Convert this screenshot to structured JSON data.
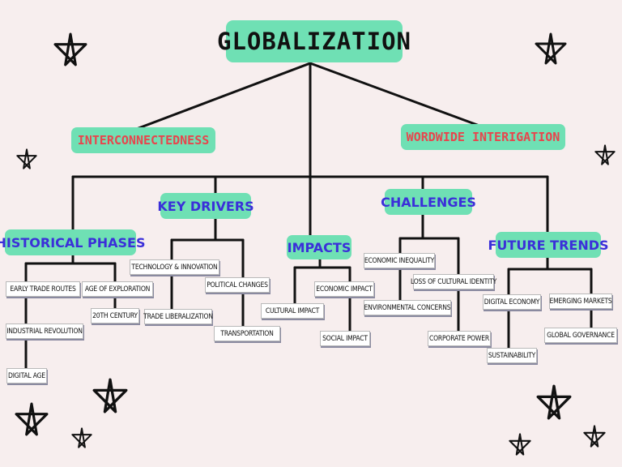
{
  "title": "GLOBALIZATION",
  "top_branches": {
    "left": "INTERCONNECTEDNESS",
    "right": "WORDWIDE INTERIGATION"
  },
  "categories": {
    "historical_phases": {
      "label": "HISTORICAL PHASES",
      "items": [
        "EARLY TRADE ROUTES",
        "AGE OF EXPLORATION",
        "20TH CENTURY",
        "INDUSTRIAL REVOLUTION",
        "DIGITAL AGE"
      ]
    },
    "key_drivers": {
      "label": "KEY DRIVERS",
      "items": [
        "TECHNOLOGY & INNOVATION",
        "POLITICAL CHANGES",
        "TRADE LIBERALIZATION",
        "TRANSPORTATION"
      ]
    },
    "impacts": {
      "label": "IMPACTS",
      "items": [
        "ECONOMIC IMPACT",
        "CULTURAL IMPACT",
        "SOCIAL IMPACT"
      ]
    },
    "challenges": {
      "label": "CHALLENGES",
      "items": [
        "ECONOMIC INEQUALITY",
        "LOSS OF CULTURAL IDENTITY",
        "ENVIRONMENTAL CONCERNS",
        "CORPORATE POWER"
      ]
    },
    "future_trends": {
      "label": "FUTURE TRENDS",
      "items": [
        "DIGITAL ECONOMY",
        "EMERGING MARKETS",
        "GLOBAL GOVERNANCE",
        "SUSTAINABILITY"
      ]
    }
  },
  "colors": {
    "background": "#f7eeee",
    "pill": "#6fe0b4",
    "red_text": "#e8454d",
    "blue_text": "#3b2fd9",
    "line": "#111111"
  }
}
